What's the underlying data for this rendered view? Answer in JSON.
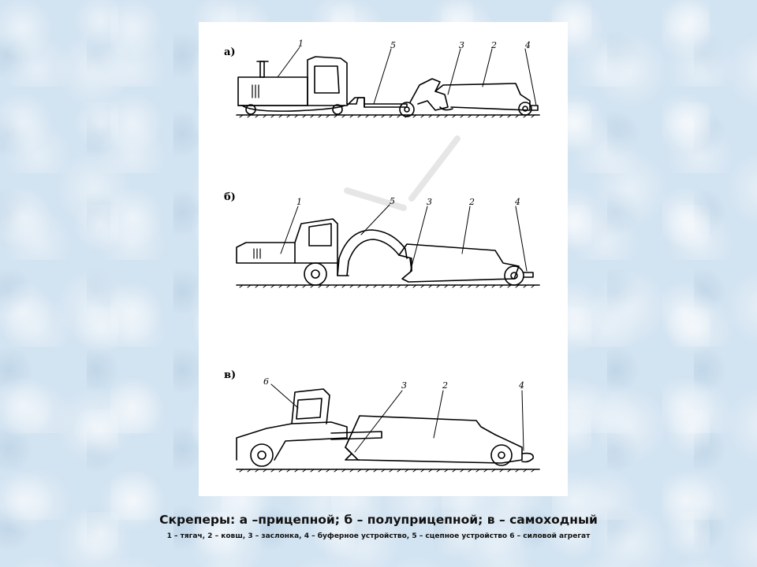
{
  "panels": {
    "a": {
      "label": "а)",
      "callouts": {
        "c1": "1",
        "c5": "5",
        "c3": "3",
        "c2": "2",
        "c4": "4"
      }
    },
    "b": {
      "label": "б)",
      "callouts": {
        "c1": "1",
        "c5": "5",
        "c3": "3",
        "c2": "2",
        "c4": "4"
      }
    },
    "v": {
      "label": "в)",
      "callouts": {
        "c6": "6",
        "c3": "3",
        "c2": "2",
        "c4": "4"
      }
    }
  },
  "caption": {
    "title": "Скреперы: а –прицепной; б – полуприцепной; в – самоходный",
    "legend": "1 – тягач, 2 – ковш, 3 – заслонка, 4 – буферное устройство, 5 – сцепное устройство 6 – силовой агрегат"
  }
}
